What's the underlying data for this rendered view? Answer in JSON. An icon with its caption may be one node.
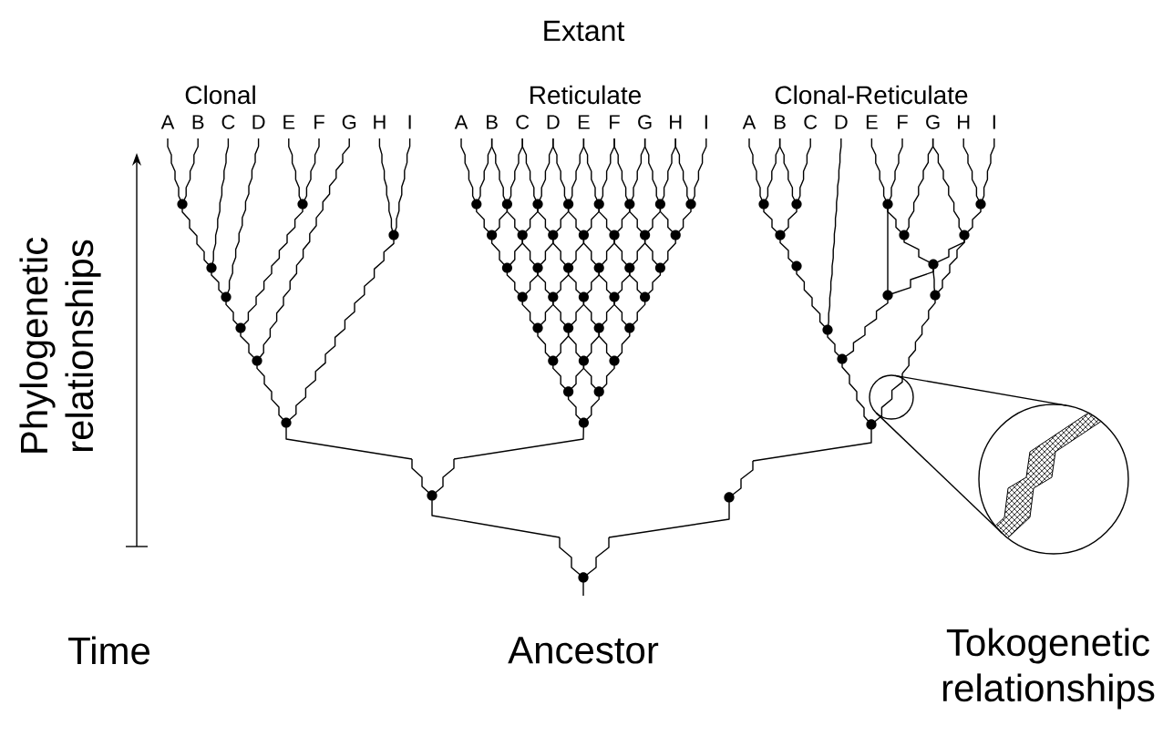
{
  "diagram": {
    "labels": [
      "Extant",
      "Clonal",
      "Reticulate",
      "Clonal-Reticulate",
      "A",
      "B",
      "C",
      "D",
      "E",
      "F",
      "G",
      "H",
      "I",
      "A",
      "B",
      "C",
      "D",
      "E",
      "F",
      "G",
      "H",
      "I",
      "A",
      "B",
      "C",
      "D",
      "E",
      "F",
      "G",
      "H",
      "I",
      "Phylogenetic relationships",
      "Time",
      "Ancestor",
      "Tokogenetic relationships"
    ]
  }
}
